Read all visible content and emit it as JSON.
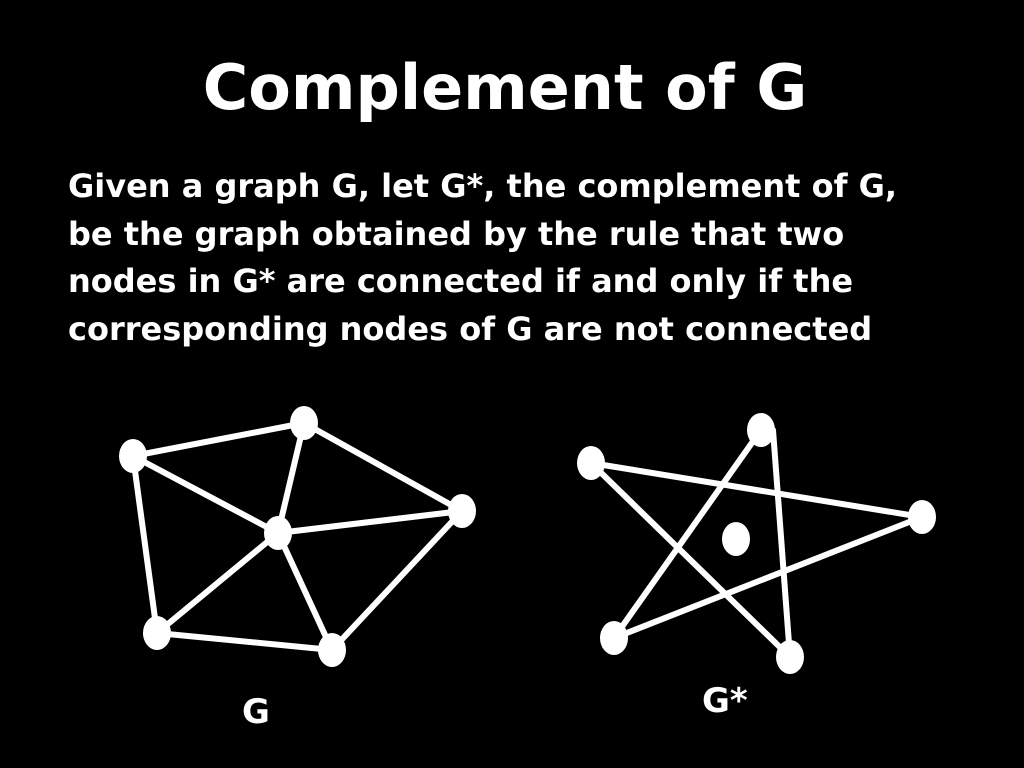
{
  "slide": {
    "title": "Complement of G",
    "body_lines": [
      "Given a graph G, let G*, the complement of G,",
      "be the graph obtained by the rule that two",
      "nodes in G* are connected if and only if the",
      "corresponding nodes of G are not connected"
    ]
  },
  "figures": {
    "graph_g": {
      "label": "G",
      "node_count": 6,
      "edge_count": 10
    },
    "graph_g_complement": {
      "label": "G*",
      "node_count": 6,
      "edge_count": 5
    }
  },
  "colors": {
    "background": "#000000",
    "foreground": "#ffffff"
  }
}
